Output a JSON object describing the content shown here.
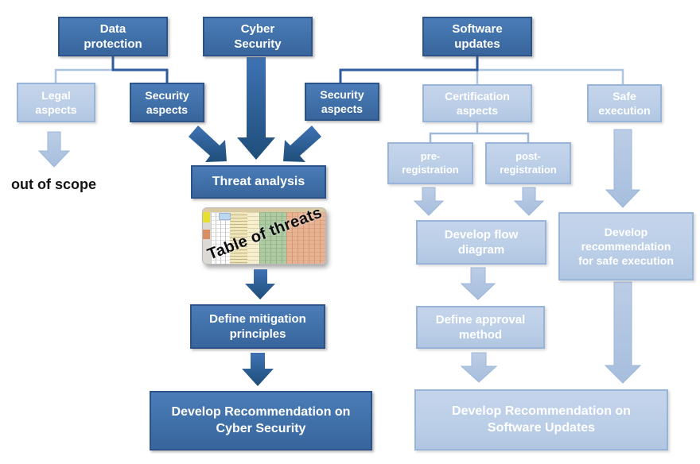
{
  "diagram": {
    "background": "#ffffff",
    "colors": {
      "dark_box_fill": "#4070a8",
      "dark_box_border": "#2c5488",
      "light_box_fill": "#bccfe8",
      "light_box_border": "#98b4d8",
      "dark_arrow_top": "#3e72b4",
      "dark_arrow_bottom": "#1f4e79",
      "light_arrow_top": "#bccde6",
      "light_arrow_bottom": "#a6bedd",
      "dark_connector": "#2e5b9f",
      "light_connector": "#aec3df",
      "box_text": "#ffffff",
      "scope_text": "#141414"
    },
    "nodes": {
      "data_protection": "Data\nprotection",
      "cyber_security": "Cyber\nSecurity",
      "software_updates": "Software\nupdates",
      "legal_aspects": "Legal\naspects",
      "security_aspects_left": "Security\naspects",
      "security_aspects_right": "Security\naspects",
      "certification_aspects": "Certification\naspects",
      "safe_execution": "Safe\nexecution",
      "threat_analysis": "Threat analysis",
      "pre_registration": "pre-\nregistration",
      "post_registration": "post-\nregistration",
      "develop_flow_diagram": "Develop flow\ndiagram",
      "develop_rec_safe_execution": "Develop\nrecommendation\nfor safe execution",
      "define_mitigation_principles": "Define mitigation\nprinciples",
      "define_approval_method": "Define approval\nmethod",
      "develop_rec_cyber_security": "Develop Recommendation on\nCyber Security",
      "develop_rec_software_updates": "Develop Recommendation on\nSoftware Updates"
    },
    "annotations": {
      "out_of_scope": "out of scope",
      "table_of_threats": "Table of threats"
    }
  }
}
